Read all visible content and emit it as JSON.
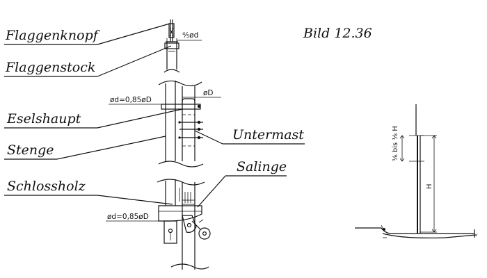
{
  "figure_title": "Bild 12.36",
  "labels": {
    "flaggenknopf": "Flaggenknopf",
    "flaggenstock": "Flaggenstock",
    "eselshaupt": "Eselshaupt",
    "stenge": "Stenge",
    "schlossholz": "Schlossholz",
    "untermast": "Untermast",
    "salinge": "Salinge"
  },
  "dimensions": {
    "flagstock_dia": "⅘ød",
    "upper_ratio": "ød=0,85øD",
    "mast_dia": "øD",
    "lower_ratio": "ød=0,85øD",
    "height_ratio": "⅙ bis ⅛ H",
    "height": "H"
  }
}
